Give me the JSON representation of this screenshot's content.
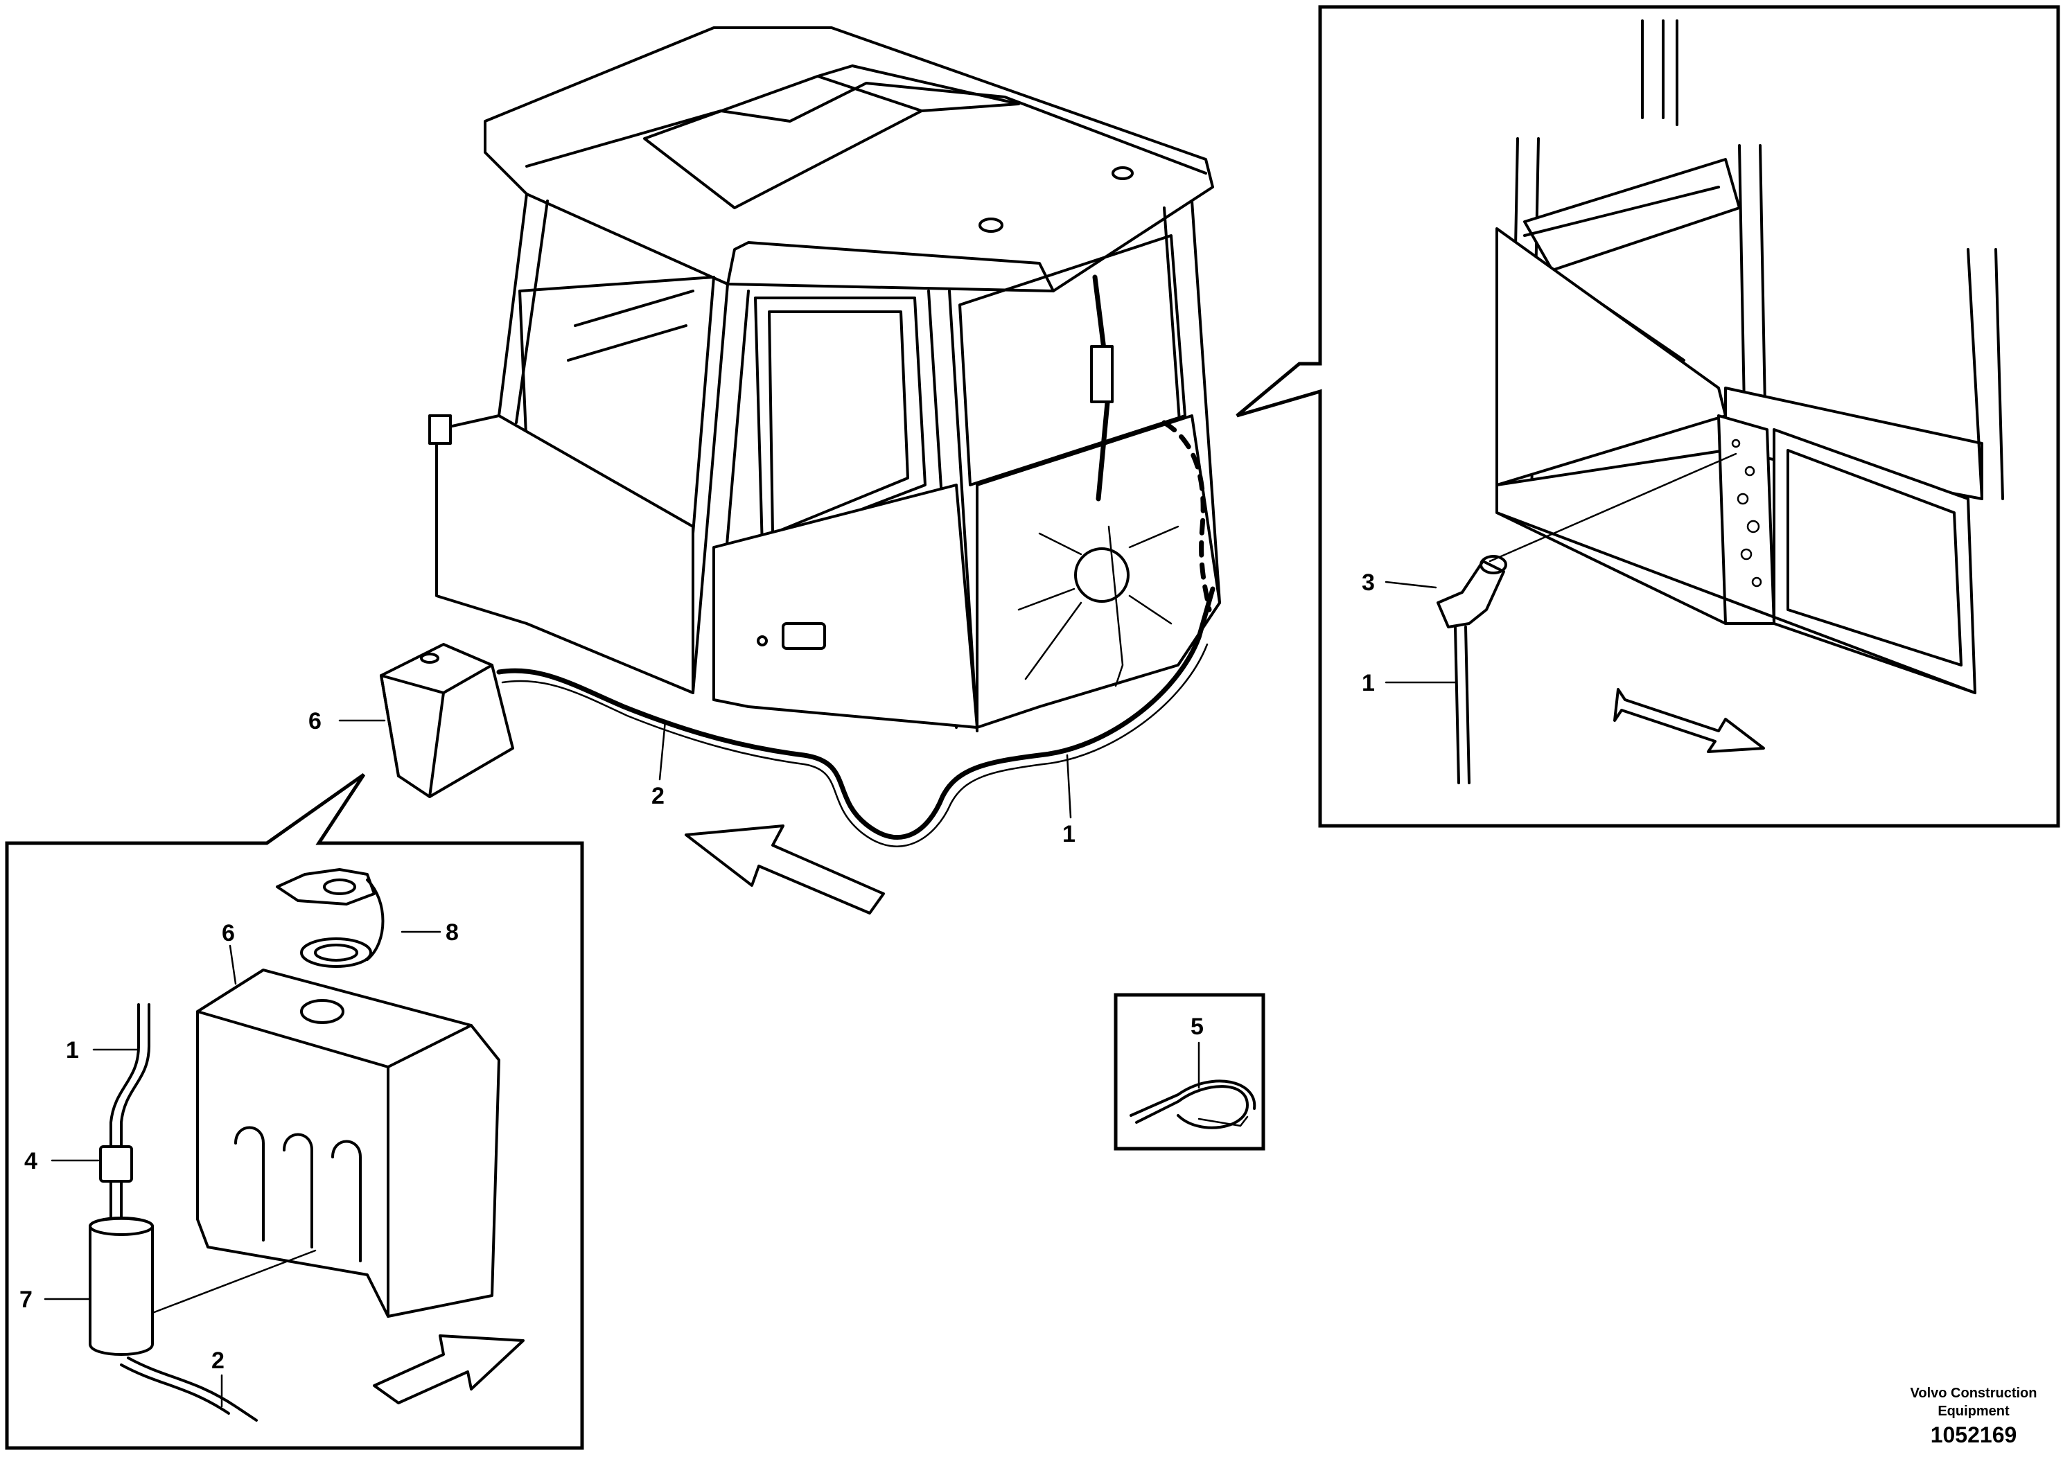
{
  "callouts": {
    "main": {
      "c1": "1",
      "c2": "2",
      "c6": "6"
    },
    "detail_right": {
      "c3": "3",
      "c1": "1"
    },
    "detail_left": {
      "c1": "1",
      "c4": "4",
      "c7": "7",
      "c2": "2",
      "c6": "6",
      "c8": "8"
    },
    "detail_tie": {
      "c5": "5"
    }
  },
  "footer": {
    "brand_line1": "Volvo Construction",
    "brand_line2": "Equipment",
    "drawing_number": "1052169"
  }
}
